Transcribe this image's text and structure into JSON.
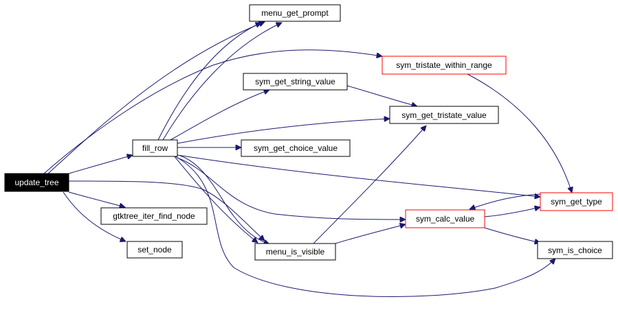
{
  "diagram": {
    "colors": {
      "edge": "#191970",
      "node_border": "#000000",
      "node_border_truncated": "#ff0000",
      "root_fill": "#000000",
      "root_text": "#ffffff"
    },
    "nodes": [
      {
        "id": "update_tree",
        "label": "update_tree",
        "style": "root"
      },
      {
        "id": "fill_row",
        "label": "fill_row",
        "style": "normal"
      },
      {
        "id": "gtktree_iter_find_node",
        "label": "gtktree_iter_find_node",
        "style": "normal"
      },
      {
        "id": "set_node",
        "label": "set_node",
        "style": "normal"
      },
      {
        "id": "menu_get_prompt",
        "label": "menu_get_prompt",
        "style": "normal"
      },
      {
        "id": "sym_get_string_value",
        "label": "sym_get_string_value",
        "style": "normal"
      },
      {
        "id": "sym_get_choice_value",
        "label": "sym_get_choice_value",
        "style": "normal"
      },
      {
        "id": "menu_is_visible",
        "label": "menu_is_visible",
        "style": "normal"
      },
      {
        "id": "sym_tristate_within_range",
        "label": "sym_tristate_within_range",
        "style": "truncated"
      },
      {
        "id": "sym_get_tristate_value",
        "label": "sym_get_tristate_value",
        "style": "normal"
      },
      {
        "id": "sym_calc_value",
        "label": "sym_calc_value",
        "style": "truncated"
      },
      {
        "id": "sym_get_type",
        "label": "sym_get_type",
        "style": "truncated"
      },
      {
        "id": "sym_is_choice",
        "label": "sym_is_choice",
        "style": "normal"
      }
    ],
    "edges": [
      {
        "from": "update_tree",
        "to": "fill_row"
      },
      {
        "from": "update_tree",
        "to": "gtktree_iter_find_node"
      },
      {
        "from": "update_tree",
        "to": "set_node"
      },
      {
        "from": "update_tree",
        "to": "menu_get_prompt"
      },
      {
        "from": "update_tree",
        "to": "sym_tristate_within_range"
      },
      {
        "from": "update_tree",
        "to": "menu_is_visible"
      },
      {
        "from": "fill_row",
        "to": "menu_get_prompt"
      },
      {
        "from": "fill_row",
        "to": "menu_get_prompt"
      },
      {
        "from": "fill_row",
        "to": "sym_get_string_value"
      },
      {
        "from": "fill_row",
        "to": "sym_get_tristate_value"
      },
      {
        "from": "fill_row",
        "to": "sym_get_choice_value"
      },
      {
        "from": "fill_row",
        "to": "sym_get_type"
      },
      {
        "from": "fill_row",
        "to": "sym_calc_value"
      },
      {
        "from": "fill_row",
        "to": "menu_is_visible"
      },
      {
        "from": "fill_row",
        "to": "menu_is_visible"
      },
      {
        "from": "fill_row",
        "to": "sym_is_choice"
      },
      {
        "from": "sym_get_string_value",
        "to": "sym_get_tristate_value"
      },
      {
        "from": "sym_tristate_within_range",
        "to": "sym_get_type"
      },
      {
        "from": "menu_is_visible",
        "to": "sym_get_tristate_value"
      },
      {
        "from": "menu_is_visible",
        "to": "sym_calc_value"
      },
      {
        "from": "sym_calc_value",
        "to": "sym_get_type"
      },
      {
        "from": "sym_get_type",
        "to": "sym_calc_value"
      },
      {
        "from": "sym_calc_value",
        "to": "sym_is_choice"
      }
    ]
  }
}
